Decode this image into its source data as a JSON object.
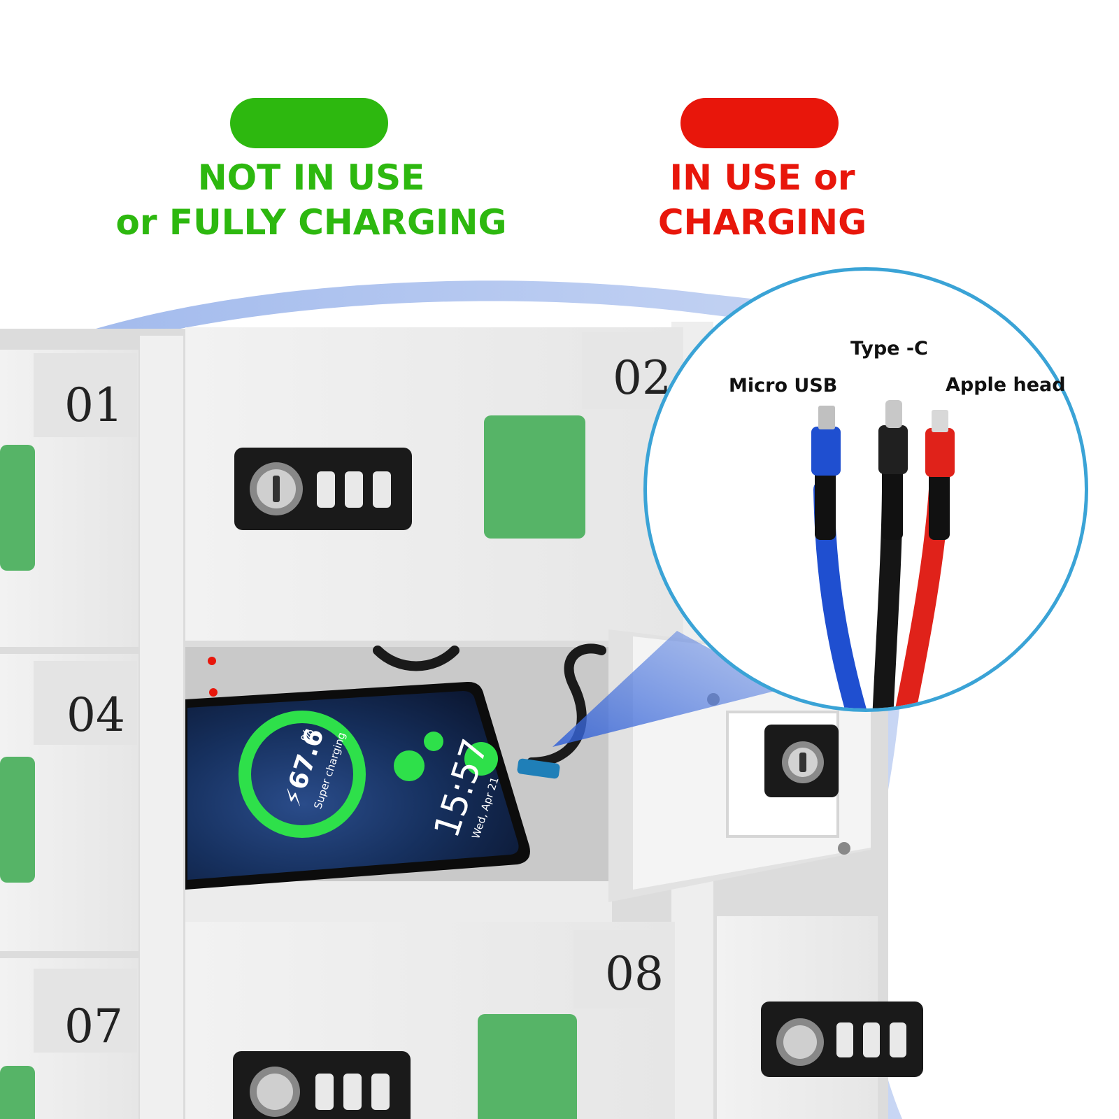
{
  "legend": {
    "not_in_use": {
      "color": "#2db80f",
      "line1": "NOT IN USE",
      "line2": "or FULLY CHARGING"
    },
    "in_use": {
      "color": "#e8160b",
      "line1": "IN USE or",
      "line2": "CHARGING"
    }
  },
  "lockers": {
    "labels": [
      "01",
      "02",
      "04",
      "07",
      "08"
    ],
    "indicator_color": "#56b467"
  },
  "phone": {
    "battery_percent": "67.6",
    "percent_sign": "%",
    "charging_text": "Super charging",
    "time": "15:57",
    "date": "Wed, Apr 21",
    "ring_color": "#2ee04a"
  },
  "cables": {
    "micro_usb": "Micro USB",
    "type_c": "Type -C",
    "apple_head": "Apple head",
    "colors": {
      "micro_usb": "#1f4fd0",
      "type_c": "#151515",
      "apple_head": "#e0221a"
    }
  },
  "icons": [
    "combination-lock-icon",
    "key-cylinder-icon",
    "lightning-bolt-icon",
    "cable-connector-icon"
  ]
}
